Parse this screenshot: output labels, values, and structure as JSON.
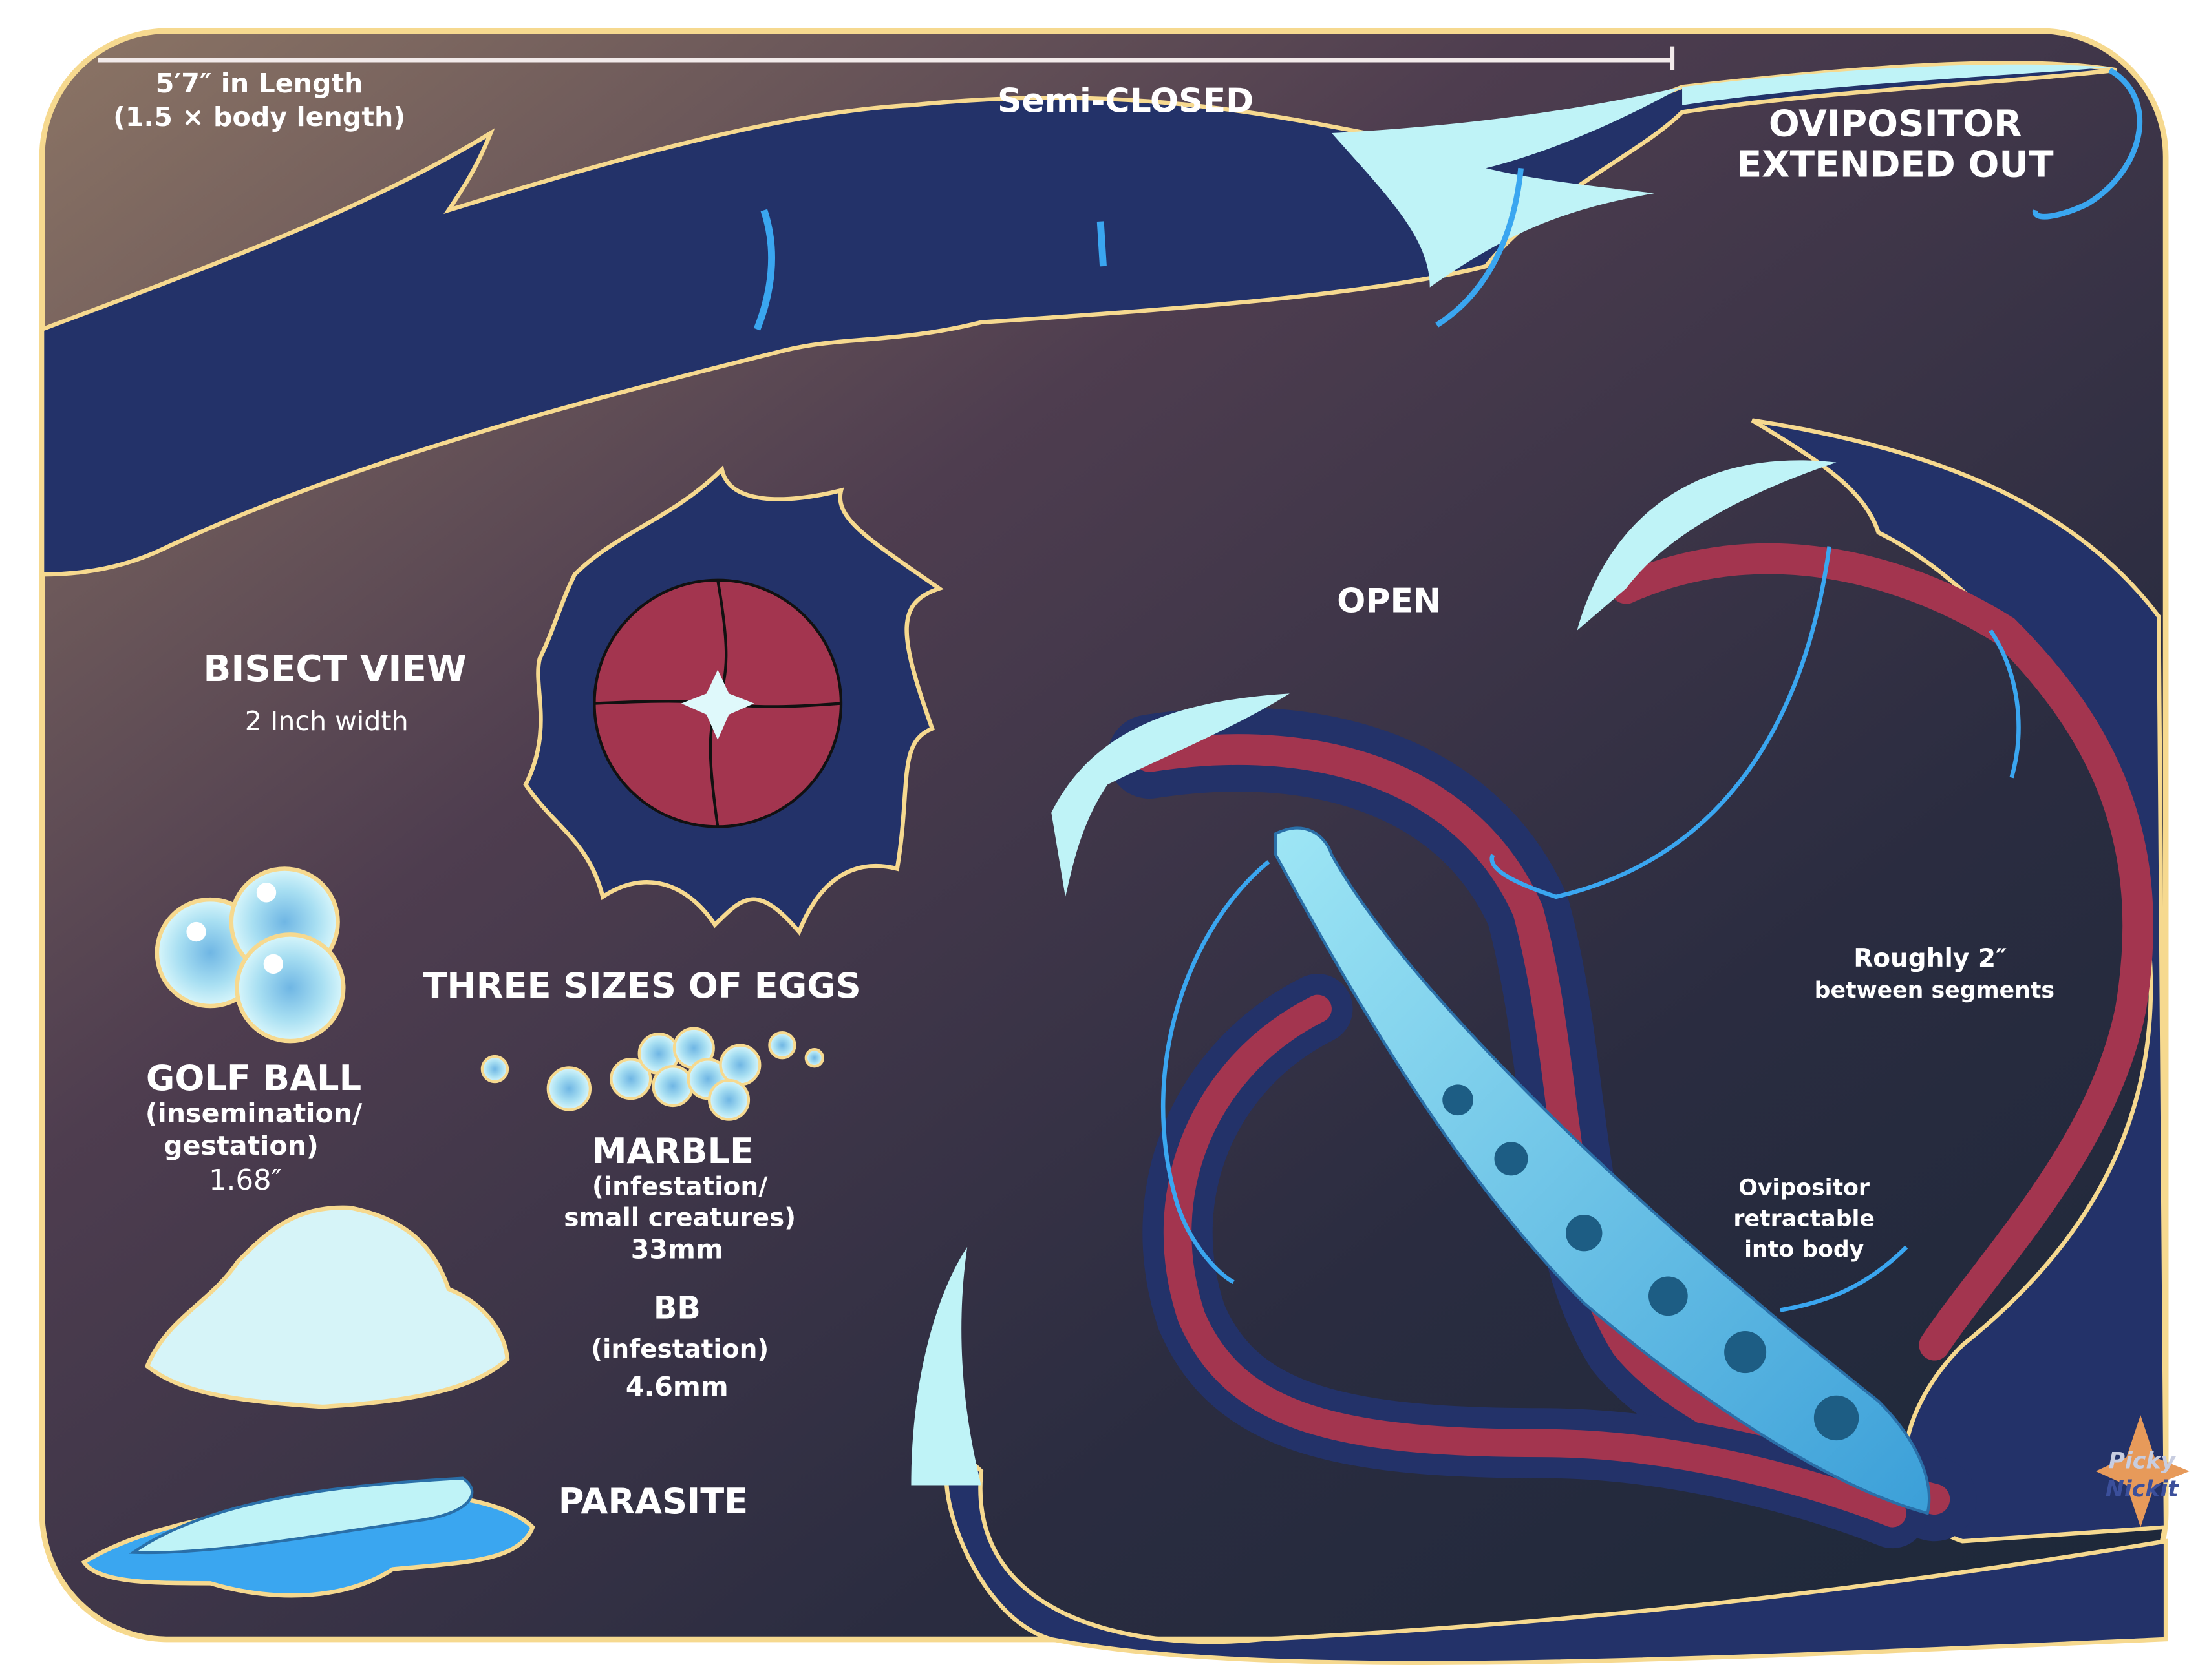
{
  "length_note": {
    "line1": "5′7″ in Length",
    "line2": "(1.5 × body length)"
  },
  "semi_closed_label": "Semi-CLOSED",
  "ovipositor_extended": {
    "line1": "OVIPOSITOR",
    "line2": "EXTENDED OUT"
  },
  "bisect": {
    "title": "BISECT VIEW",
    "subtitle": "2 Inch width"
  },
  "eggs_title": "THREE SIZES OF EGGS",
  "golf_ball": {
    "name": "GOLF BALL",
    "line1": "(insemination/",
    "line2": "gestation)",
    "size": "1.68″"
  },
  "marble": {
    "name": "MARBLE",
    "line1": "(infestation/",
    "line2": "small creatures)",
    "size": "33mm"
  },
  "bb": {
    "name": "BB",
    "line1": "(infestation)",
    "size": "4.6mm"
  },
  "parasite_label": "PARASITE",
  "open_label": "OPEN",
  "segments_note": {
    "line1": "Roughly 2″",
    "line2": "between segments"
  },
  "retract_note": {
    "line1": "Ovipositor",
    "line2": "retractable",
    "line3": "into body"
  },
  "watermark": "Picky Nickit",
  "colors": {
    "navy": "#233269",
    "outline": "#f6d98f",
    "flesh": "#a3354f",
    "glow": "#bff3f7",
    "goo": "#3aa6f0"
  }
}
